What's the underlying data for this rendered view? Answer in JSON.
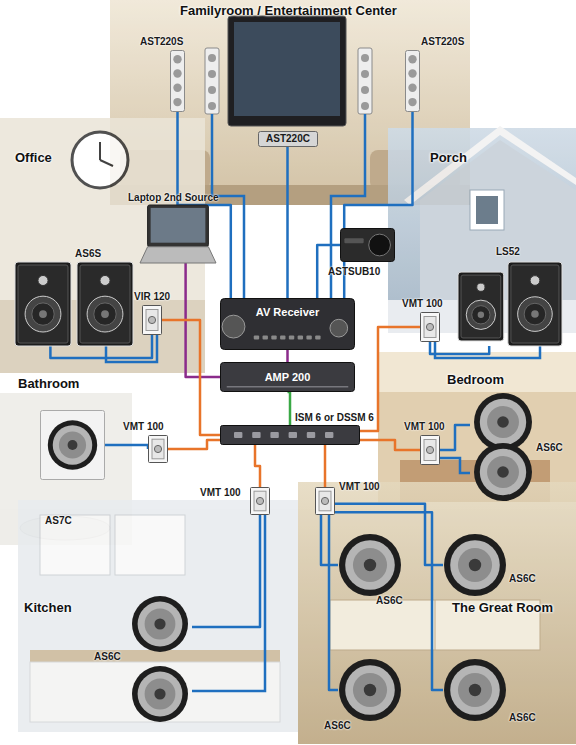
{
  "diagram": {
    "title": "Familyroom / Entertainment Center",
    "nodes": [
      {
        "text": [
          "AST220S"
        ]
      },
      {
        "text": [
          "AST220S"
        ]
      },
      {
        "text": [
          "AST220C"
        ]
      },
      {
        "text": [
          "Laptop 2nd Source"
        ]
      },
      {
        "text": [
          "ASTSUB10"
        ]
      },
      {
        "text": [
          "AS6S"
        ]
      },
      {
        "text": [
          "VIR 120"
        ]
      },
      {
        "text": [
          "LS52"
        ]
      },
      {
        "text": [
          "VMT 100"
        ]
      },
      {
        "text": [
          "AV Receiver"
        ]
      },
      {
        "text": [
          "AMP 200"
        ]
      },
      {
        "text": [
          "VMT 100"
        ]
      },
      {
        "text": [
          "ISM 6 or DSSM 6"
        ]
      },
      {
        "text": [
          "VMT 100"
        ]
      },
      {
        "text": [
          "AS7C"
        ]
      },
      {
        "text": [
          "AS6C"
        ]
      },
      {
        "text": [
          "VMT 100"
        ]
      },
      {
        "text": [
          "VMT 100"
        ]
      },
      {
        "text": [
          "AS6C"
        ]
      },
      {
        "text": [
          "AS6C"
        ]
      },
      {
        "text": [
          "AS6C"
        ]
      },
      {
        "text": [
          "AS6C"
        ]
      },
      {
        "text": [
          "AS6C"
        ]
      }
    ],
    "edges": [
      {
        "from": 0,
        "to": 9,
        "arrow": "none"
      },
      {
        "from": 1,
        "to": 9,
        "arrow": "none"
      },
      {
        "from": 2,
        "to": 9,
        "arrow": "none"
      },
      {
        "from": 4,
        "to": 9,
        "arrow": "none"
      },
      {
        "from": 3,
        "to": 10,
        "arrow": "none"
      },
      {
        "from": 9,
        "to": 10,
        "arrow": "none"
      },
      {
        "from": 10,
        "to": 12,
        "arrow": "none"
      },
      {
        "from": 12,
        "to": 6,
        "arrow": "none"
      },
      {
        "from": 12,
        "to": 8,
        "arrow": "none"
      },
      {
        "from": 12,
        "to": 11,
        "arrow": "none"
      },
      {
        "from": 12,
        "to": 13,
        "arrow": "none"
      },
      {
        "from": 12,
        "to": 16,
        "arrow": "none"
      },
      {
        "from": 12,
        "to": 17,
        "arrow": "none"
      },
      {
        "from": 6,
        "to": 5,
        "arrow": "none"
      },
      {
        "from": 8,
        "to": 7,
        "arrow": "none"
      },
      {
        "from": 11,
        "to": 14,
        "arrow": "none"
      },
      {
        "from": 13,
        "to": 15,
        "arrow": "none"
      },
      {
        "from": 16,
        "to": 20,
        "arrow": "none"
      },
      {
        "from": 17,
        "to": 18,
        "arrow": "none"
      },
      {
        "from": 17,
        "to": 19,
        "arrow": "none"
      },
      {
        "from": 17,
        "to": 21,
        "arrow": "none"
      },
      {
        "from": 17,
        "to": 22,
        "arrow": "none"
      }
    ],
    "labels": [
      "Office",
      "Porch",
      "Bathroom",
      "Bedroom",
      "Kitchen",
      "The Great Room"
    ]
  }
}
